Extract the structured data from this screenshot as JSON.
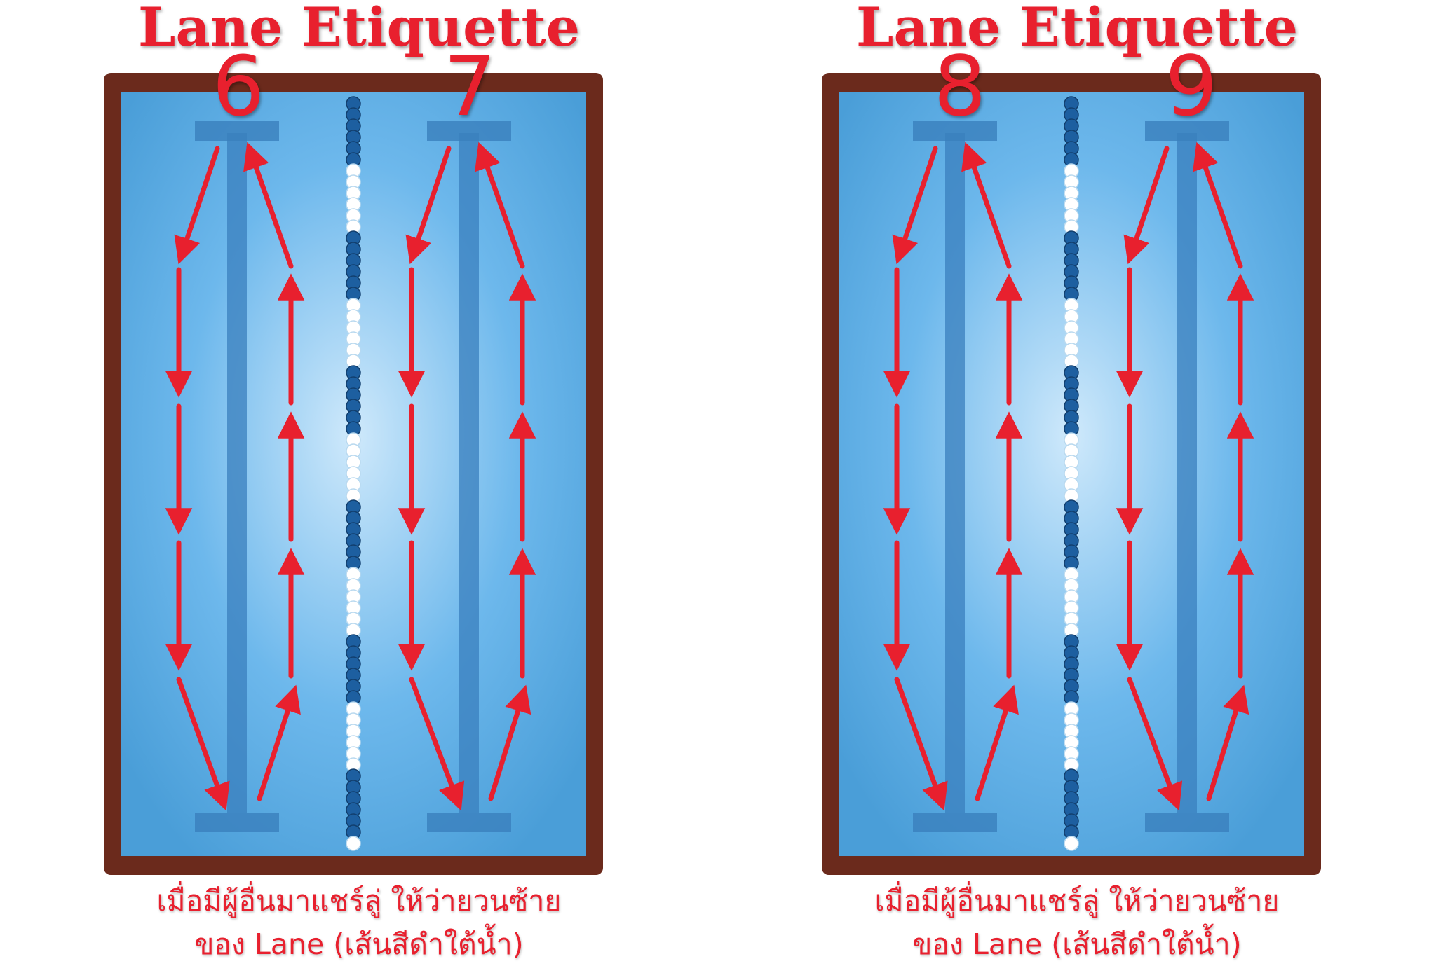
{
  "colors": {
    "accent_red": "#e8202e",
    "pool_water": "#6db8ec",
    "pool_border": "#6b2a1c",
    "lane_line": "#3a7fbd",
    "rope_blue": "#1d5fa0",
    "rope_white": "#ffffff"
  },
  "panels": [
    {
      "title": "Lane Etiquette",
      "lanes": [
        "6",
        "7"
      ],
      "caption_line1": "เมื่อมีผู้อื่นมาแชร์ลู่ ให้ว่ายวนซ้าย",
      "caption_line2": "ของ Lane (เส้นสีดำใต้น้ำ)"
    },
    {
      "title": "Lane Etiquette",
      "lanes": [
        "8",
        "9"
      ],
      "caption_line1": "เมื่อมีผู้อื่นมาแชร์ลู่ ให้ว่ายวนซ้าย",
      "caption_line2": "ของ Lane (เส้นสีดำใต้น้ำ)"
    }
  ],
  "icons": [
    "lane-line",
    "lane-rope",
    "circulation-arrow"
  ]
}
